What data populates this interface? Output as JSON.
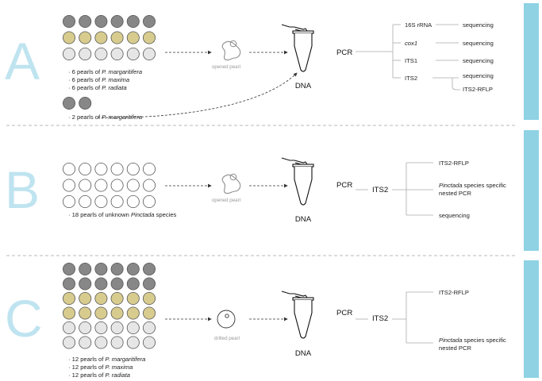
{
  "colors": {
    "dark_pearl": "#878787",
    "gold_pearl": "#d7cc8e",
    "light_pearl": "#e6e6e6",
    "white_pearl": "#ffffff",
    "accent_bar": "#8ed2e4",
    "letter": "#bfe4f0"
  },
  "panelA": {
    "letter": "A",
    "labels": [
      {
        "prefix": "· 6 pearls of ",
        "species": "P. margaritifera"
      },
      {
        "prefix": "· 6 pearls of ",
        "species": "P. maxima"
      },
      {
        "prefix": "· 6 pearls of ",
        "species": "P. radiata"
      }
    ],
    "extra_label": {
      "prefix": "· 2 pearls of ",
      "species": "P. margaritifera"
    },
    "pearl_caption": "opened pearl",
    "dna": "DNA",
    "pcr": "PCR",
    "targets": [
      "16S rRNA",
      "cox1",
      "ITS1",
      "ITS2"
    ],
    "methods": [
      "sequencing",
      "sequencing",
      "sequencing",
      "sequencing"
    ],
    "extra_method": "ITS2-RFLP"
  },
  "panelB": {
    "letter": "B",
    "label": {
      "prefix": "· 18 pearls of unknown ",
      "species": "Pinctada",
      "suffix": " species"
    },
    "pearl_caption": "opened pearl",
    "dna": "DNA",
    "pcr": "PCR",
    "target": "ITS2",
    "methods": {
      "rflp": "ITS2-RFLP",
      "nested_genus": "Pinctada",
      "nested_line1": " species specific",
      "nested_line2": "nested PCR",
      "seq": "sequencing"
    }
  },
  "panelC": {
    "letter": "C",
    "labels": [
      {
        "prefix": "· 12 pearls of ",
        "species": "P. margaritifera"
      },
      {
        "prefix": "· 12 pearls of ",
        "species": "P. maxima"
      },
      {
        "prefix": "· 12 pearls of ",
        "species": "P. radiata"
      }
    ],
    "pearl_caption": "drilled pearl",
    "dna": "DNA",
    "pcr": "PCR",
    "target": "ITS2",
    "methods": {
      "rflp": "ITS2-RFLP",
      "nested_genus": "Pinctada",
      "nested_line1": " species specific",
      "nested_line2": "nested PCR"
    }
  }
}
